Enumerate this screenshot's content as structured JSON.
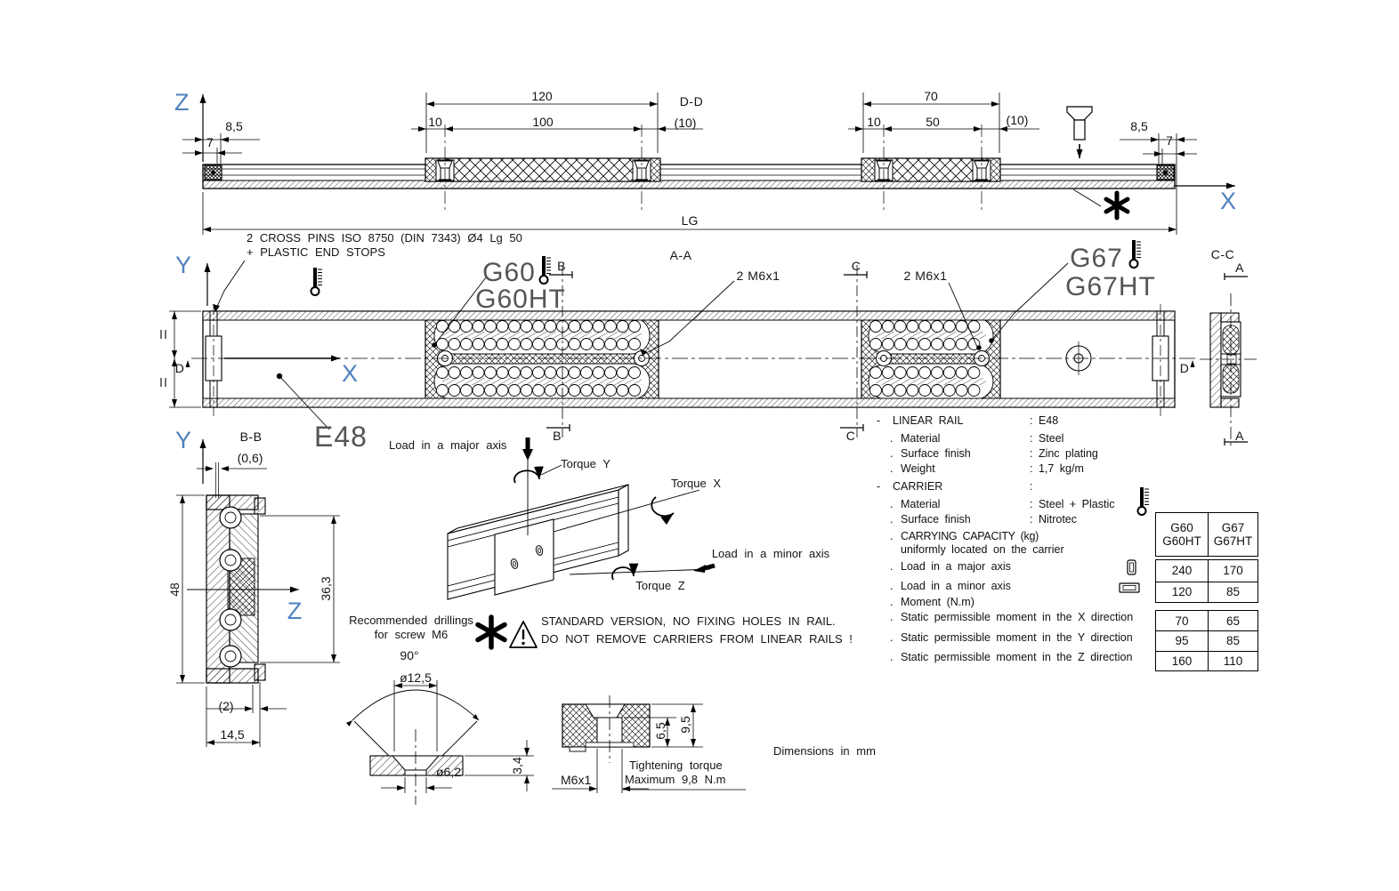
{
  "colors": {
    "accent_blue": "#4f81bd",
    "label_gray": "#555555"
  },
  "axes": {
    "z_top": "Z",
    "x_top": "X",
    "y_plan": "Y",
    "x_plan": "X",
    "y_section": "Y",
    "z_section": "Z"
  },
  "top_view": {
    "dim_left_85": "8,5",
    "dim_left_7": "7",
    "dim_120": "120",
    "dim_10_a": "10",
    "dim_100": "100",
    "section_dd": "D-D",
    "dim_10_paren_a": "(10)",
    "dim_70": "70",
    "dim_10_b": "10",
    "dim_50": "50",
    "dim_10_paren_b": "(10)",
    "dim_right_85": "8,5",
    "dim_right_7": "7",
    "dim_lg": "LG"
  },
  "plan_view": {
    "note_line1": "2 CROSS PINS ISO 8750 (DIN 7343) Ø4 Lg 50",
    "note_line2": "+ PLASTIC END STOPS",
    "carrier_left_line1": "G60",
    "carrier_left_line2": "G60HT",
    "carrier_right_line1": "G67",
    "carrier_right_line2": "G67HT",
    "section_aa": "A-A",
    "thread_note_left": "2 M6x1",
    "thread_note_right": "2 M6x1",
    "marker_b_top": "B",
    "marker_b_bottom": "B",
    "marker_c_top": "C",
    "marker_c_bottom": "C",
    "marker_d_left": "D",
    "marker_d_right": "D",
    "rail_label": "E48"
  },
  "section_cc": {
    "title": "C-C",
    "marker_a_top": "A",
    "marker_a_bottom": "A"
  },
  "section_bb": {
    "title": "B-B",
    "dim_gap": "(0,6)",
    "dim_height": "48",
    "dim_carrier": "36,3",
    "dim_lip": "(2)",
    "dim_width": "14,5"
  },
  "load_diagram": {
    "load_major": "Load in a major axis",
    "torque_y": "Torque Y",
    "torque_x": "Torque X",
    "load_minor": "Load in a minor axis",
    "torque_z": "Torque Z"
  },
  "drilling": {
    "title_line1": "Recommended drillings",
    "title_line2": "for screw M6",
    "dim_angle": "90°",
    "dim_top_dia": "ø12,5",
    "dim_hole_dia": "ø6,2",
    "dim_depth": "3,4"
  },
  "warning": {
    "line1": "STANDARD VERSION, NO FIXING HOLES IN RAIL.",
    "line2": "DO NOT REMOVE CARRIERS FROM LINEAR RAILS !"
  },
  "nut_detail": {
    "dim_depth": "6,5",
    "dim_height": "9,5",
    "thread_label": "M6x1",
    "torque_line1": "Tightening torque",
    "torque_line2": "Maximum 9,8 N.m"
  },
  "footer": {
    "units_note": "Dimensions in mm"
  },
  "specs": {
    "rows": [
      {
        "bullet": "-",
        "label": "LINEAR RAIL",
        "value": ": E48"
      },
      {
        "bullet": ".",
        "label": "Material",
        "value": ": Steel"
      },
      {
        "bullet": ".",
        "label": "Surface finish",
        "value": ": Zinc plating"
      },
      {
        "bullet": ".",
        "label": "Weight",
        "value": ": 1,7 kg/m"
      },
      {
        "bullet": "-",
        "label": "CARRIER",
        "value": ":"
      },
      {
        "bullet": ".",
        "label": "Material",
        "value": ": Steel + Plastic"
      },
      {
        "bullet": ".",
        "label": "Surface finish",
        "value": ": Nitrotec"
      },
      {
        "bullet": ".",
        "label": "CARRYING CAPACITY (kg)",
        "value": ":"
      },
      {
        "bullet": "",
        "label": "uniformly located on the carrier",
        "value": ""
      },
      {
        "bullet": ".",
        "label": "Load in a major axis",
        "value": ""
      },
      {
        "bullet": ".",
        "label": "Load in a minor axis",
        "value": ""
      },
      {
        "bullet": ".",
        "label": "Moment (N.m)",
        "value": ""
      },
      {
        "bullet": ".",
        "label": "Static permissible moment in the X direction",
        "value": ""
      },
      {
        "bullet": ".",
        "label": "Static permissible moment in the Y direction",
        "value": ""
      },
      {
        "bullet": ".",
        "label": "Static permissible moment in the Z direction",
        "value": ""
      }
    ]
  },
  "capacity_table": {
    "col1_line1": "G60",
    "col1_line2": "G60HT",
    "col2_line1": "G67",
    "col2_line2": "G67HT",
    "loads": [
      {
        "g60": "240",
        "g67": "170"
      },
      {
        "g60": "120",
        "g67": "85"
      }
    ],
    "moments": [
      {
        "g60": "70",
        "g67": "65"
      },
      {
        "g60": "95",
        "g67": "85"
      },
      {
        "g60": "160",
        "g67": "110"
      }
    ]
  }
}
